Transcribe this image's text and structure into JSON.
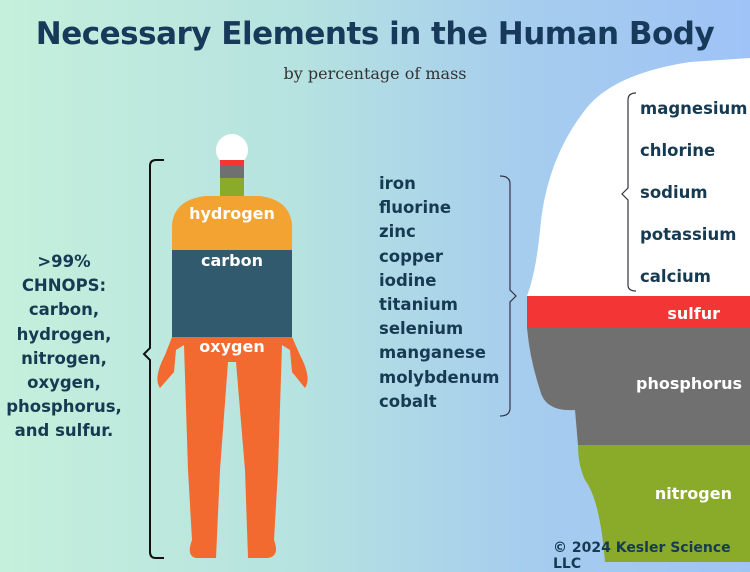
{
  "title": "Necessary Elements in the Human Body",
  "subtitle": "by percentage of mass",
  "chnops_lines": [
    ">99%",
    "CHNOPS:",
    "carbon,",
    "hydrogen,",
    "nitrogen,",
    "oxygen,",
    "phosphorus,",
    "and sulfur."
  ],
  "body_labels": {
    "hydrogen": "hydrogen",
    "carbon": "carbon",
    "oxygen": "oxygen"
  },
  "trace_elements": [
    "iron",
    "fluorine",
    "zinc",
    "copper",
    "iodine",
    "titanium",
    "selenium",
    "manganese",
    "molybdenum",
    "cobalt"
  ],
  "minor_elements": [
    "magnesium",
    "chlorine",
    "sodium",
    "potassium",
    "calcium"
  ],
  "head_labels": {
    "sulfur": "sulfur",
    "phosphorus": "phosphorus",
    "nitrogen": "nitrogen"
  },
  "copyright": "© 2024 Kesler Science LLC",
  "colors": {
    "oxygen": "#f36a30",
    "carbon": "#325a6e",
    "hydrogen": "#f2a332",
    "nitrogen": "#8aaa2a",
    "phosphorus": "#707070",
    "sulfur": "#f33535",
    "minor": "#ffffff",
    "text": "#17395a"
  }
}
